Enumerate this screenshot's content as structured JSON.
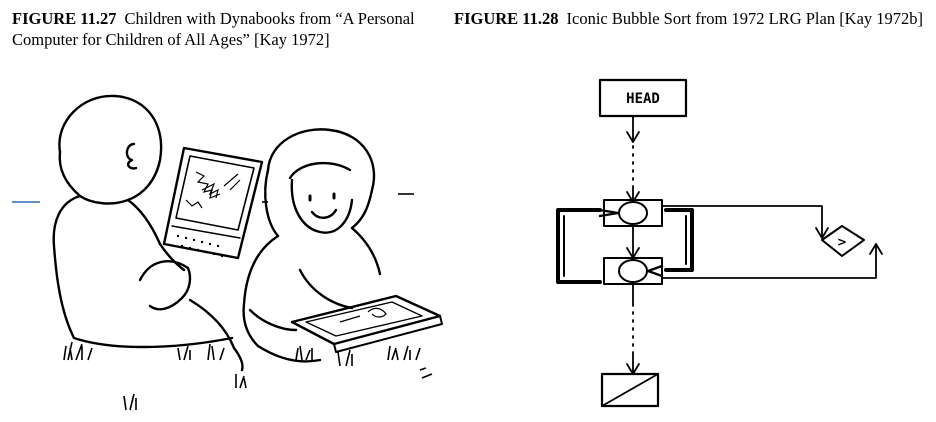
{
  "figures": [
    {
      "number": "FIGURE 11.27",
      "caption": "Children with Dynabooks from “A Personal Computer for Children of All Ages” [Kay 1972]"
    },
    {
      "number": "FIGURE 11.28",
      "caption": "Iconic Bubble Sort from 1972 LRG Plan [Kay 1972b]"
    }
  ],
  "diagram": {
    "head_label": "HEAD",
    "comparator_label": ">"
  }
}
